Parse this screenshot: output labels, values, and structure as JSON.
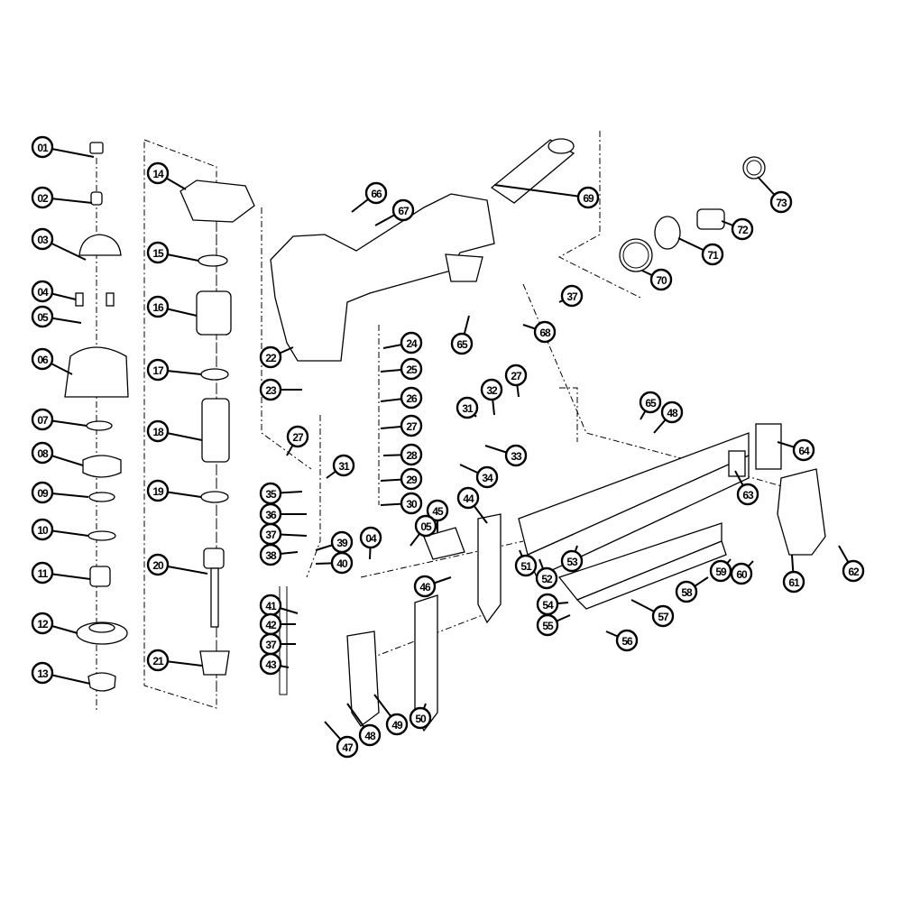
{
  "labels": [
    "01",
    "02",
    "03",
    "04",
    "05",
    "06",
    "07",
    "08",
    "09",
    "10",
    "11",
    "12",
    "13",
    "14",
    "15",
    "16",
    "17",
    "18",
    "19",
    "20",
    "21",
    "22",
    "23",
    "24",
    "25",
    "26",
    "27",
    "28",
    "29",
    "30",
    "27",
    "31",
    "35",
    "36",
    "37",
    "38",
    "39",
    "40",
    "41",
    "42",
    "37",
    "43",
    "66",
    "67",
    "69",
    "73",
    "72",
    "71",
    "70",
    "37",
    "65",
    "68",
    "31",
    "32",
    "27",
    "33",
    "34",
    "65",
    "48",
    "64",
    "63",
    "45",
    "44",
    "05",
    "04",
    "46",
    "51",
    "52",
    "53",
    "61",
    "62",
    "59",
    "60",
    "58",
    "57",
    "54",
    "55",
    "56",
    "49",
    "48",
    "47",
    "50"
  ]
}
